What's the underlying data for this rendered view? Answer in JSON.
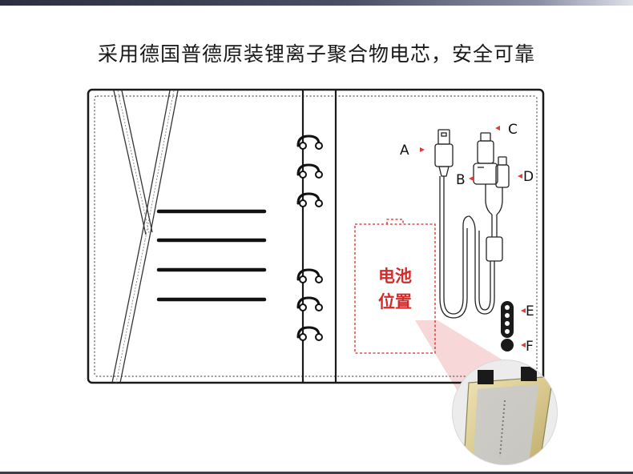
{
  "headline": "采用德国普德原装锂离子聚合物电芯，安全可靠",
  "battery_label_line1": "电池",
  "battery_label_line2": "位置",
  "cable_labels": {
    "a": "A",
    "b": "B",
    "c": "C",
    "d": "D",
    "e": "E",
    "f": "F"
  },
  "colors": {
    "outline": "#1a1a1a",
    "accent_red": "#d42a2a",
    "marker_red": "#e03a3a",
    "zoom_fill": "#f4c9c9"
  }
}
